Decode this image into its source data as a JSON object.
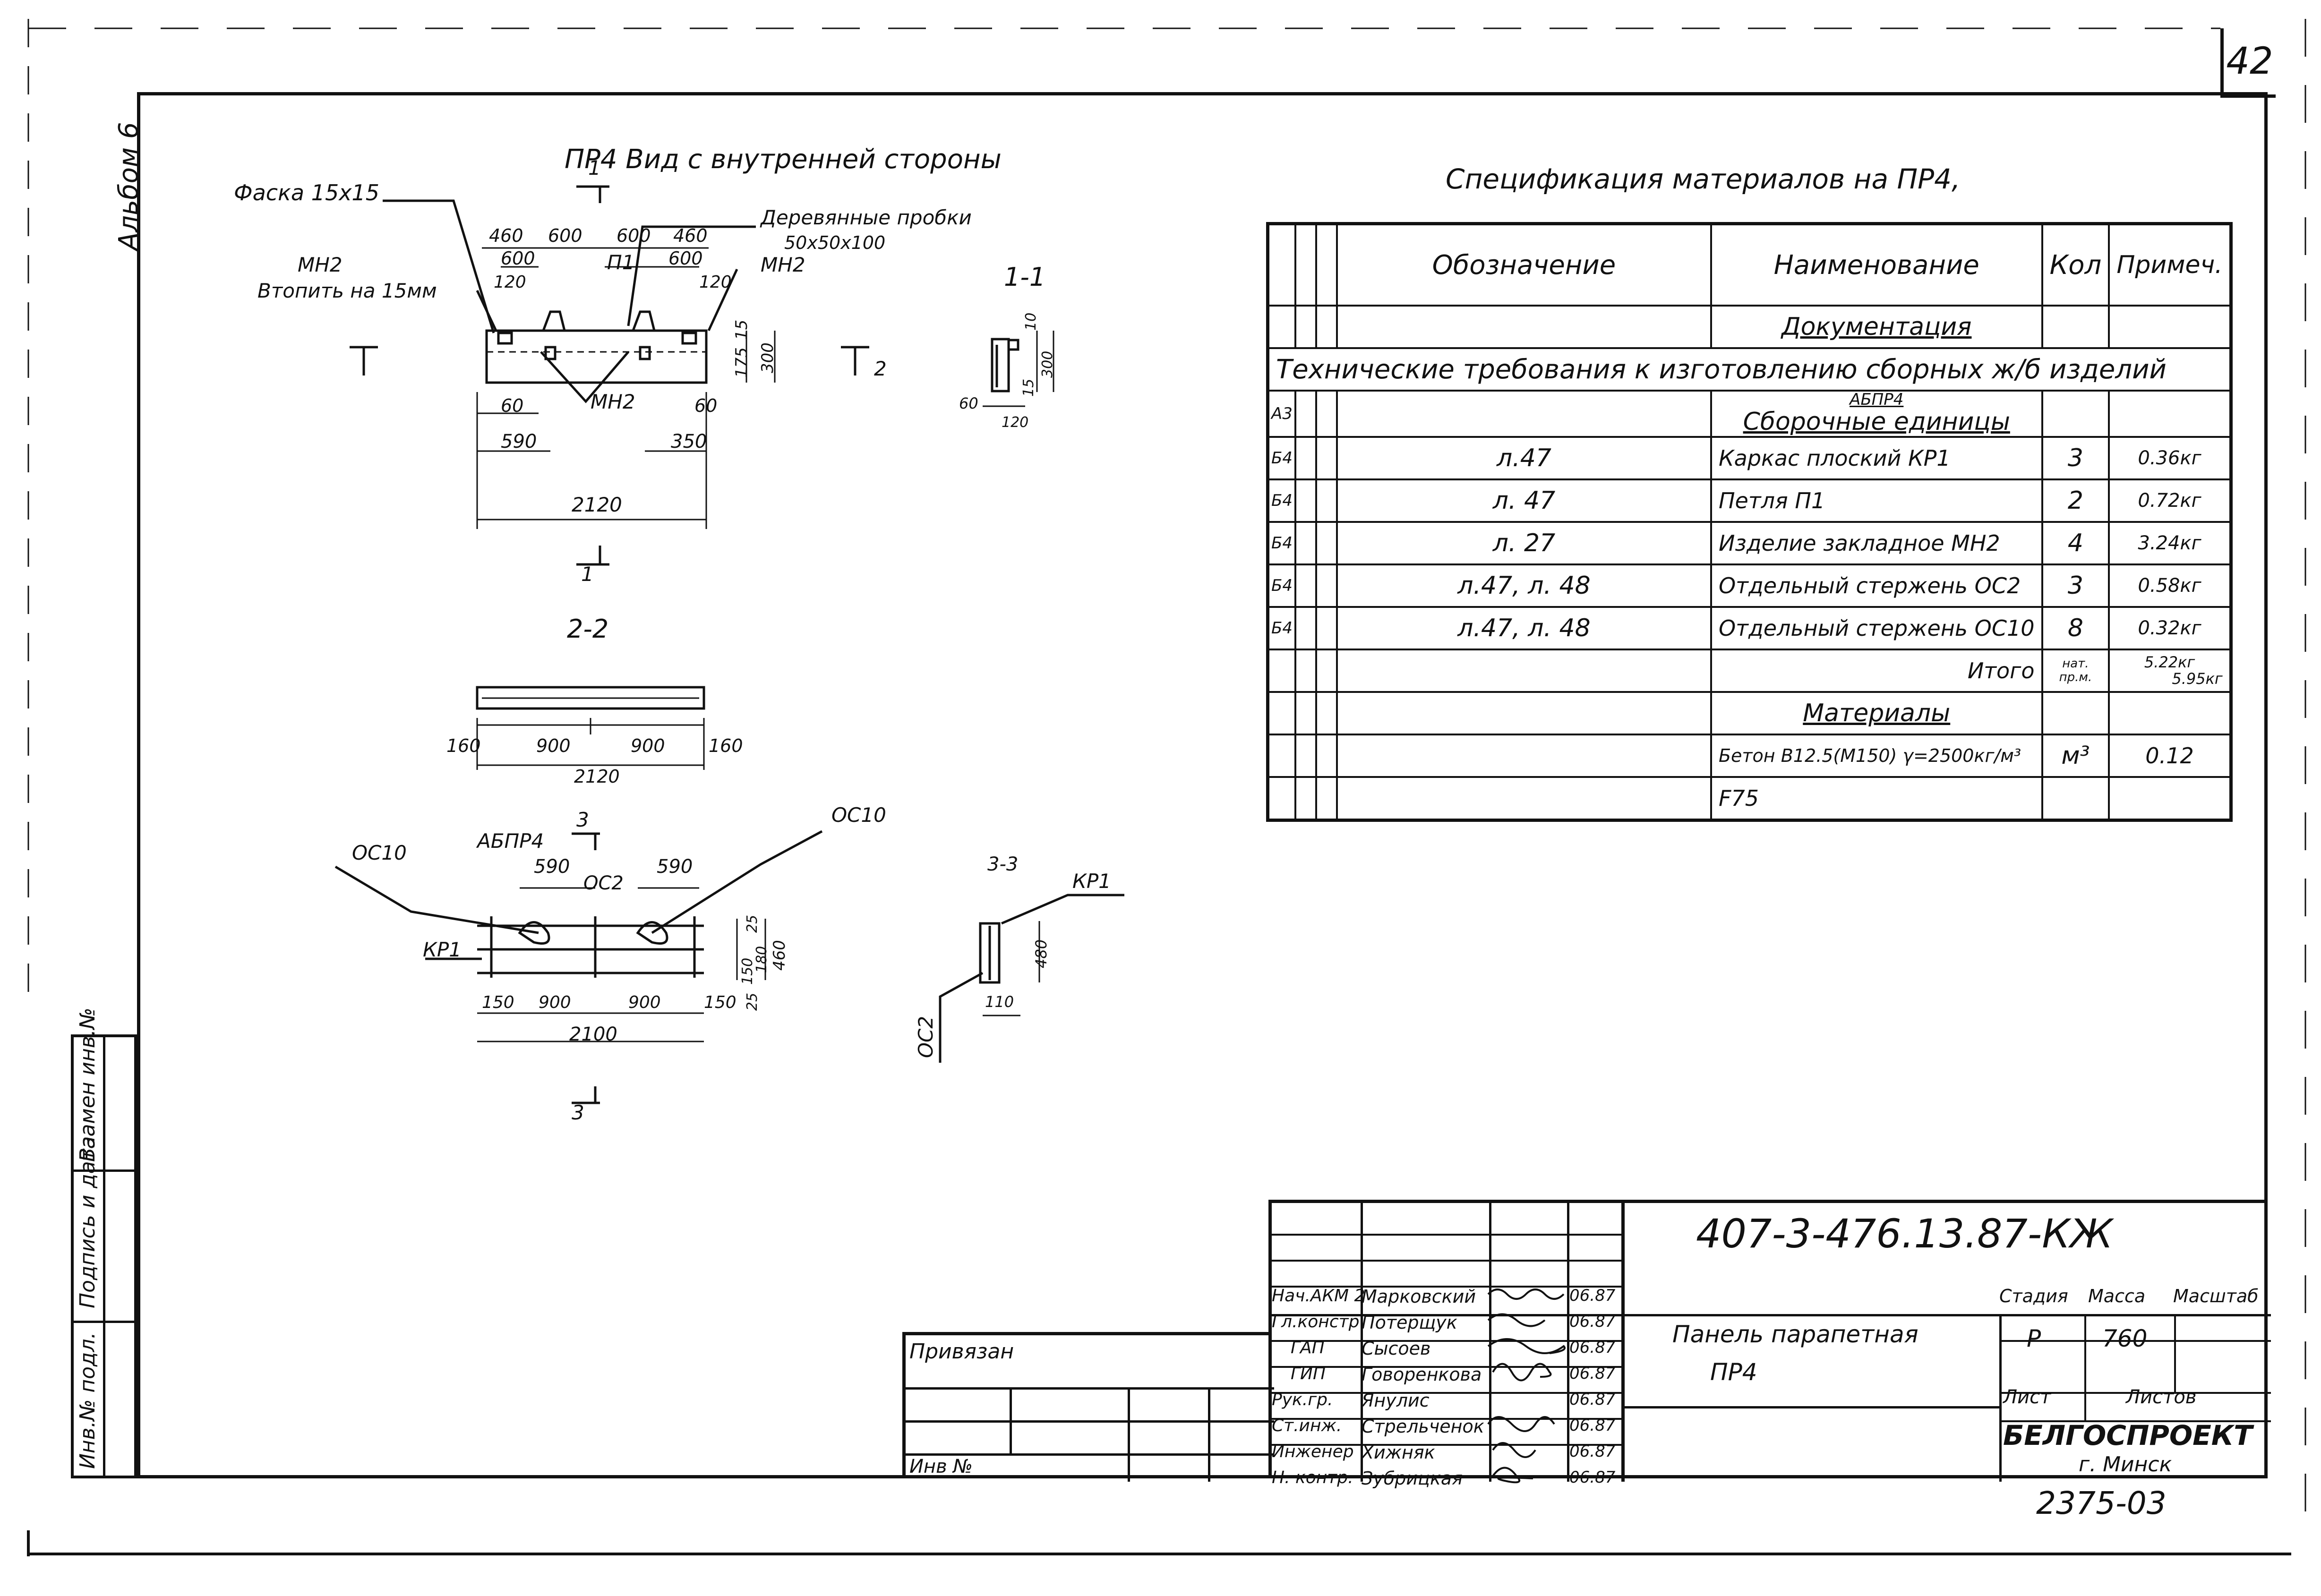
{
  "sheet_number": "42",
  "album": "Альбом 6",
  "view_title": "ПР4 Вид с внутренней стороны",
  "drawing": {
    "labels": {
      "chamfer": "Фаска 15х15",
      "wood_plugs": "Деревянные пробки",
      "wood_plugs_size": "50х50х100",
      "mn2_top_left": "МН2",
      "mn2_note": "Втопить на 15мм",
      "mn2_top_right": "МН2",
      "mn2_bottom": "МН2",
      "p1": "П1",
      "sec_1_1": "1-1",
      "sec_2_2": "2-2",
      "sec_3_3": "3-3",
      "mark_1": "1",
      "mark_2": "2",
      "mark_3": "3",
      "abpr4": "АБПР4",
      "oc10_left": "ОС10",
      "oc10_right": "ОС10",
      "oc2": "ОС2",
      "kp1_left": "КР1",
      "kp1_right": "КР1",
      "oc2_side": "ОС2"
    },
    "dims_top": [
      "460",
      "600",
      "600",
      "600",
      "460"
    ],
    "dims_top2": "600",
    "dim_120a": "120",
    "dim_120b": "120",
    "dim_60a": "60",
    "dim_60b": "60",
    "dim_590": "590",
    "dim_350": "350",
    "dim_2120": "2120",
    "dim_h_15": "15",
    "dim_h_175": "175",
    "dim_h_300": "300",
    "sec11_dims": [
      "10",
      "300",
      "60",
      "120",
      "15"
    ],
    "dims_22": [
      "160",
      "900",
      "900",
      "160"
    ],
    "dim_22_total": "2120",
    "dims_33_top": [
      "590",
      "590"
    ],
    "dims_bottom": [
      "150",
      "900",
      "900",
      "150"
    ],
    "dim_2100": "2100",
    "dims_vert": [
      "25",
      "150",
      "180",
      "25"
    ],
    "dim_vert_total": "460",
    "sec33_dims": [
      "110",
      "480"
    ]
  },
  "spec": {
    "title": "Спецификация материалов на ПР4,",
    "headers": {
      "designation": "Обозначение",
      "name": "Наименование",
      "qty": "Кол",
      "note": "Примеч."
    },
    "documentation": "Документация",
    "tech_req": "Технические требования к изготовлению сборных ж/б изделий",
    "abpr4": "АБПР4",
    "assembly_units": "Сборочные единицы",
    "a3": "А3",
    "rows": [
      {
        "fmt": "Б4",
        "designation": "л.47",
        "name": "Каркас плоский   КР1",
        "qty": "3",
        "note": "0.36кг"
      },
      {
        "fmt": "Б4",
        "designation": "л. 47",
        "name": "Петля            П1",
        "qty": "2",
        "note": "0.72кг"
      },
      {
        "fmt": "Б4",
        "designation": "л. 27",
        "name": "Изделие закладное  МН2",
        "qty": "4",
        "note": "3.24кг"
      },
      {
        "fmt": "Б4",
        "designation": "л.47, л. 48",
        "name": "Отдельный стержень  ОС2",
        "qty": "3",
        "note": "0.58кг"
      },
      {
        "fmt": "Б4",
        "designation": "л.47, л. 48",
        "name": "Отдельный стержень  ОС10",
        "qty": "8",
        "note": "0.32кг"
      }
    ],
    "total": "Итого",
    "total_qty_top": "нат.",
    "total_qty_bottom": "пр.м.",
    "total_note_top": "5.22кг",
    "total_note_bottom": "5.95кг",
    "materials": "Материалы",
    "concrete": "Бетон В12.5(М150) γ=2500кг/м³",
    "concrete_unit": "м³",
    "concrete_qty": "0.12",
    "f75": "F75"
  },
  "title_block": {
    "code": "407-3-476.13.87-КЖ",
    "name_line1": "Панель парапетная",
    "name_line2": "ПР4",
    "stage_hdr": "Стадия",
    "mass_hdr": "Масса",
    "scale_hdr": "Масштаб",
    "stage": "Р",
    "mass": "760",
    "sheet_lbl": "Лист",
    "sheets_lbl": "Листов",
    "org": "БЕЛГОСПРОЕКТ",
    "city": "г. Минск",
    "bound": "Привязан",
    "inv": "Инв №",
    "archive": "2375-03",
    "staff": [
      {
        "role": "Нач.АКМ 2",
        "name": "Марковский",
        "date": "06.87"
      },
      {
        "role": "Гл.констр",
        "name": "Потерщук",
        "date": "06.87"
      },
      {
        "role": "ГАП",
        "name": "Сысоев",
        "date": "06.87"
      },
      {
        "role": "ГИП",
        "name": "Говоренкова",
        "date": "06.87"
      },
      {
        "role": "Рук.гр.",
        "name": "Янулис",
        "date": "06.87"
      },
      {
        "role": "Ст.инж.",
        "name": "Стрельченок",
        "date": "06.87"
      },
      {
        "role": "Инженер",
        "name": "Хижняк",
        "date": "06.87"
      },
      {
        "role": "Н. контр.",
        "name": "Зубрицкая",
        "date": "06.87"
      }
    ]
  },
  "side_stamp": {
    "replaced": "Взамен инв.№",
    "signature": "Подпись и дата",
    "orig": "Инв.№ подл."
  }
}
